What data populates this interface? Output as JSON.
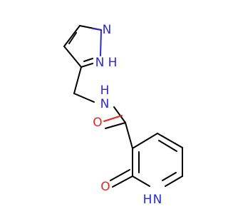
{
  "molecule": {
    "colors": {
      "carbon_bond": "#000000",
      "nitrogen": "#2a2ad6",
      "oxygen": "#e3271d",
      "background": "#ffffff"
    },
    "atom_labels": {
      "pyrazole_n1": "N",
      "pyrazole_nh": "N",
      "pyrazole_nh_h": "H",
      "amide_nh_n": "N",
      "amide_nh_h": "H",
      "amide_o": "O",
      "pyridone_o": "O",
      "pyridone_nh_n": "N",
      "pyridone_nh_h": "H"
    }
  }
}
